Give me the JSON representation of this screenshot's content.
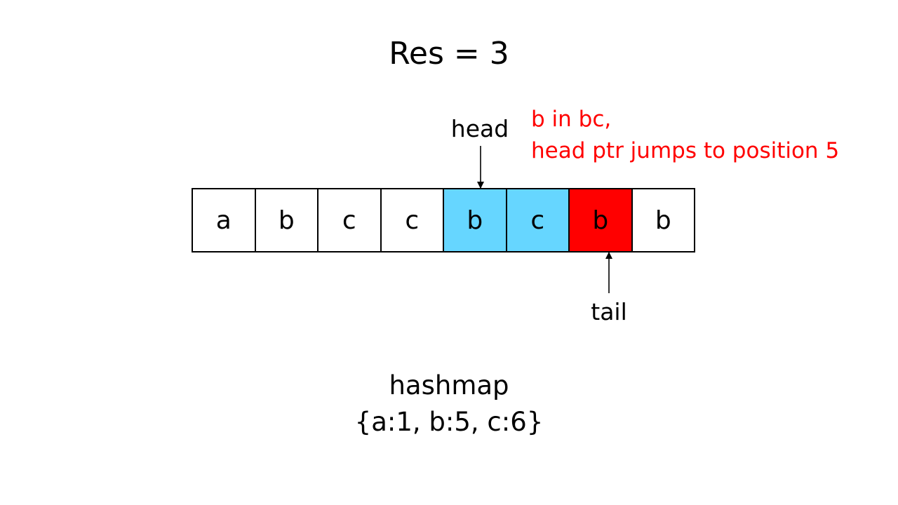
{
  "result_text": "Res = 3",
  "note": {
    "line1": "b in bc,",
    "line2": "head ptr jumps to position 5"
  },
  "pointers": {
    "head": {
      "label": "head",
      "index": 4
    },
    "tail": {
      "label": "tail",
      "index": 6
    }
  },
  "cells": [
    {
      "char": "a",
      "state": "normal"
    },
    {
      "char": "b",
      "state": "normal"
    },
    {
      "char": "c",
      "state": "normal"
    },
    {
      "char": "c",
      "state": "normal"
    },
    {
      "char": "b",
      "state": "window"
    },
    {
      "char": "c",
      "state": "window"
    },
    {
      "char": "b",
      "state": "conflict"
    },
    {
      "char": "b",
      "state": "normal"
    }
  ],
  "colors": {
    "normal": "#ffffff",
    "window": "#66d6ff",
    "conflict": "#ff0000",
    "note": "#ff0000",
    "border": "#000000"
  },
  "hashmap": {
    "title": "hashmap",
    "value": "{a:1, b:5, c:6}"
  }
}
